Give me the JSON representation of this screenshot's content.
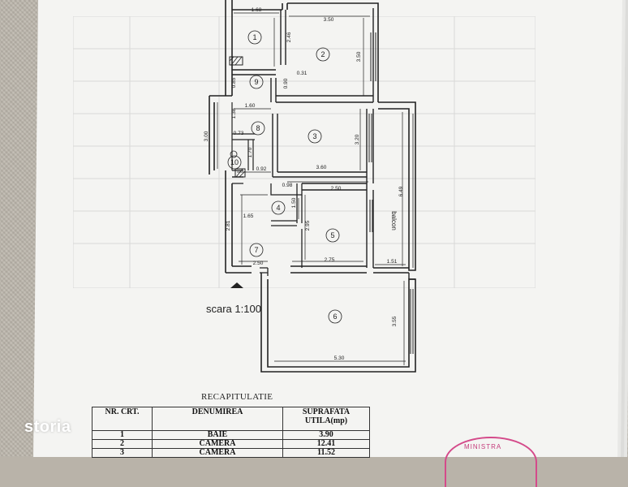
{
  "scale_label": "scara 1:100",
  "recap": {
    "title": "RECAPITULATIE",
    "headers": [
      "NR. CRT.",
      "DENUMIREA",
      "SUPRAFATA UTILA(mp)"
    ],
    "rows": [
      [
        "1",
        "BAIE",
        "3.90"
      ],
      [
        "2",
        "CAMERA",
        "12.41"
      ],
      [
        "3",
        "CAMERA",
        "11.52"
      ]
    ]
  },
  "rooms": [
    "1",
    "2",
    "3",
    "4",
    "5",
    "6",
    "7",
    "8",
    "9",
    "10"
  ],
  "dimensions": {
    "d168": "1.68",
    "d350a": "3.50",
    "d246": "2.46",
    "d350b": "3.50",
    "d090": "0.90",
    "d031": "0.31",
    "d085": "0.85",
    "d160": "1.60",
    "d138": "1.38",
    "d300": "3.00",
    "d073": "0.73",
    "d170": "1.70",
    "d092": "0.92",
    "d320": "3.20",
    "d360": "3.60",
    "d098": "0.98",
    "d250a": "2.50",
    "d150": "1.50",
    "d649": "6.49",
    "d165": "1.65",
    "d281": "2.81",
    "d295": "2.95",
    "d250b": "2.50",
    "d275": "2.75",
    "d151": "1.51",
    "d355": "3.55",
    "d530": "5.30"
  },
  "balcony_label": "balcon",
  "logo_text": "storia",
  "stamp_text": "MINISTRA"
}
